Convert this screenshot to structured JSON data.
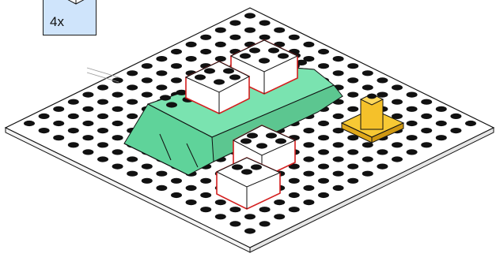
{
  "callout": {
    "quantity_label": "4x",
    "icon": "white-2x2-brick-icon",
    "background_color": "#cfe4fb"
  },
  "baseplate": {
    "icon": "white-baseplate",
    "color": "#ffffff",
    "stud_color": "#111111"
  },
  "parts": [
    {
      "name": "green-wedge-plate",
      "color": "#6fdca6"
    },
    {
      "name": "yellow-round-plate",
      "color": "#f5c12a"
    },
    {
      "name": "white-2x2-brick",
      "color": "#ffffff",
      "highlight": "#d41f1f",
      "count": 4
    }
  ]
}
